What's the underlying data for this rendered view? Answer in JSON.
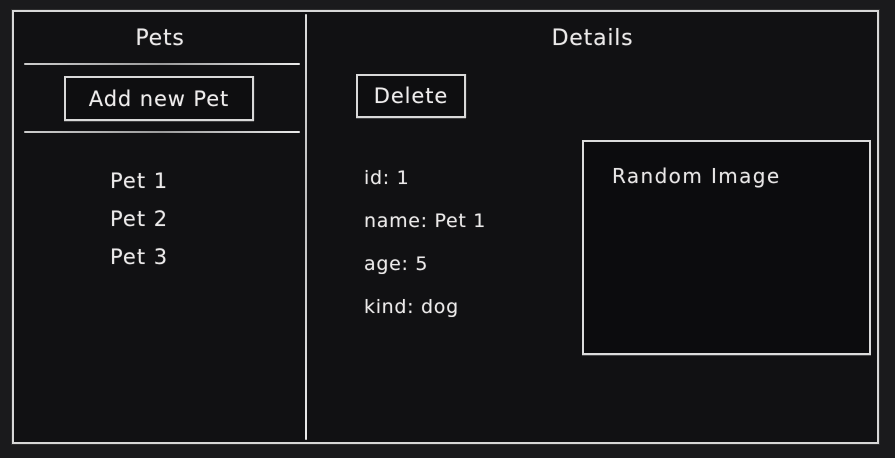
{
  "app": {
    "style": "hand-drawn-wireframe",
    "background_color": "#1a1a1c",
    "panel_color": "#111113",
    "stroke_color": "#d8d8d8",
    "text_color": "#eceaea"
  },
  "left_panel": {
    "title": "Pets",
    "add_button_label": "Add new Pet",
    "items": [
      {
        "label": "Pet 1"
      },
      {
        "label": "Pet 2"
      },
      {
        "label": "Pet 3"
      }
    ]
  },
  "right_panel": {
    "title": "Details",
    "delete_button_label": "Delete",
    "fields": [
      {
        "text": "id: 1"
      },
      {
        "text": "name: Pet 1"
      },
      {
        "text": "age: 5"
      },
      {
        "text": "kind: dog"
      }
    ],
    "image_placeholder": {
      "label": "Random Image"
    }
  }
}
